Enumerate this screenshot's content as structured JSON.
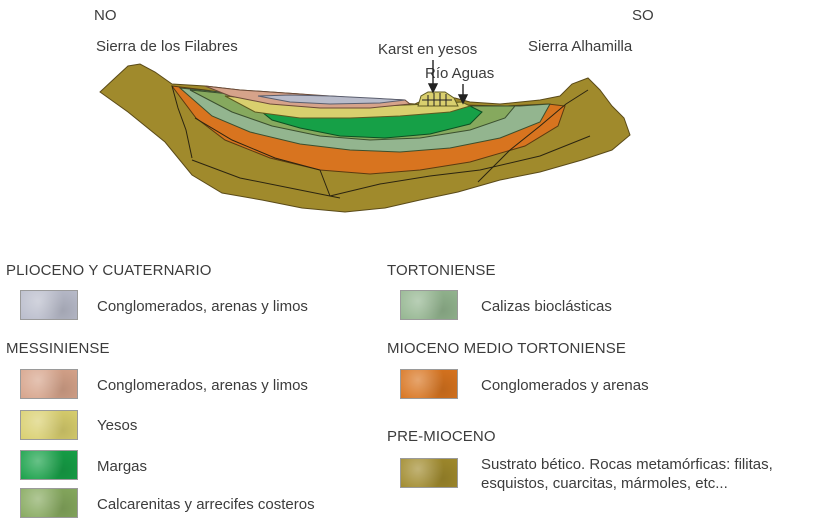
{
  "section": {
    "dir_left": "NO",
    "dir_right": "SO",
    "range_left": "Sierra de los Filabres",
    "range_right": "Sierra Alhamilla",
    "karst": "Karst en yesos",
    "river": "Río Aguas"
  },
  "colors": {
    "plioceno": "#b9bccb",
    "messiniense_cong": "#d6a38a",
    "yesos": "#d9cf6e",
    "margas": "#16a047",
    "calcarenitas": "#86a95e",
    "calizas": "#93b58f",
    "mioceno_cong": "#d8741f",
    "sustrato": "#a08a2c"
  },
  "legend": {
    "plioceno": {
      "title": "PLIOCENO Y CUATERNARIO",
      "items": [
        {
          "label": "Conglomerados, arenas y limos"
        }
      ]
    },
    "messiniense": {
      "title": "MESSINIENSE",
      "items": [
        {
          "label": "Conglomerados, arenas y limos"
        },
        {
          "label": "Yesos"
        },
        {
          "label": "Margas"
        },
        {
          "label": "Calcarenitas y arrecifes costeros"
        }
      ]
    },
    "tortoniense": {
      "title": "TORTONIENSE",
      "items": [
        {
          "label": "Calizas bioclásticas"
        }
      ]
    },
    "mioceno_medio": {
      "title": "MIOCENO MEDIO TORTONIENSE",
      "items": [
        {
          "label": "Conglomerados y arenas"
        }
      ]
    },
    "premioceno": {
      "title": "PRE-MIOCENO",
      "items": [
        {
          "label_line1": "Sustrato bético. Rocas metamórficas: filitas,",
          "label_line2": "esquistos, cuarcitas, mármoles, etc..."
        }
      ]
    }
  }
}
